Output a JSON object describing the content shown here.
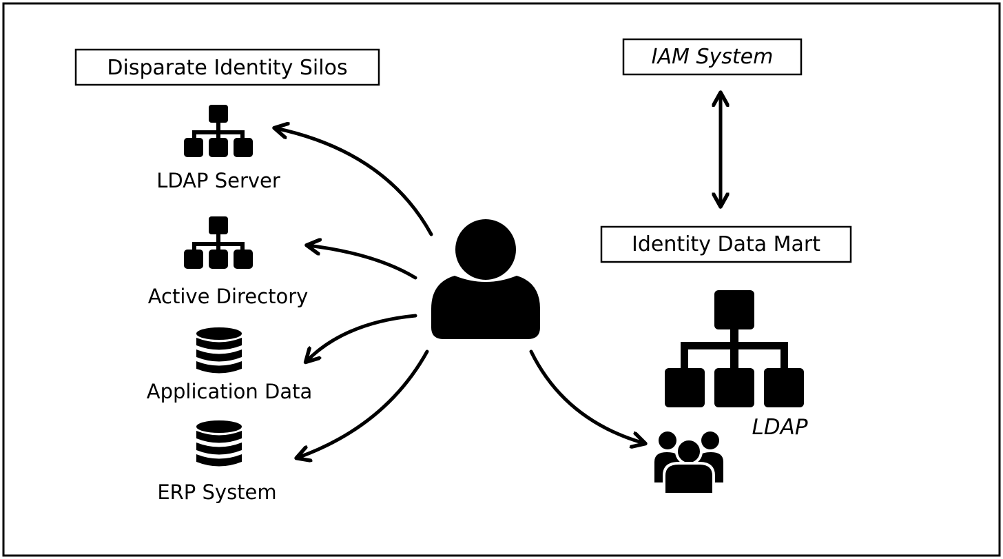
{
  "diagram": {
    "silos_title": "Disparate Identity Silos",
    "iam_title": "IAM System",
    "datamart_title": "Identity Data Mart",
    "silos": {
      "ldap_server": "LDAP Server",
      "active_directory": "Active Directory",
      "application_data": "Application Data",
      "erp_system": "ERP System"
    },
    "datamart_ldap_label": "LDAP",
    "icons": {
      "user": "user-icon",
      "hierarchy": "org-hierarchy-icon",
      "database": "database-icon",
      "group": "user-group-icon"
    },
    "colors": {
      "ink": "#000000",
      "background": "#ffffff"
    }
  }
}
